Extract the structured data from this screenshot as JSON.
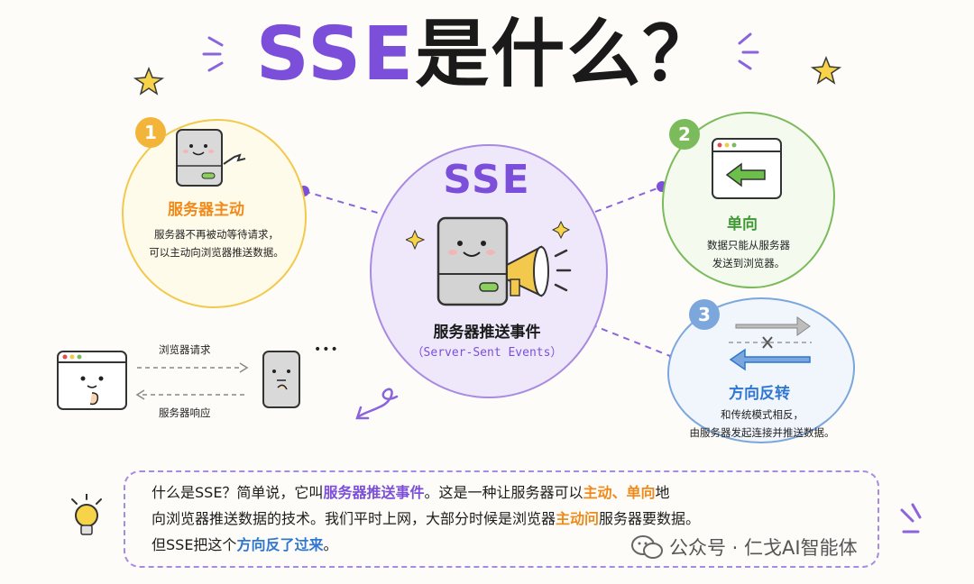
{
  "title": {
    "latin": "SSE",
    "cn": "是什么",
    "q": "？"
  },
  "center": {
    "word": "SSE",
    "name": "服务器推送事件",
    "english": "（Server-Sent Events）"
  },
  "card1": {
    "number": "1",
    "heading": "服务器主动",
    "line1": "服务器不再被动等待请求，",
    "line2": "可以主动向浏览器推送数据。"
  },
  "card2": {
    "number": "2",
    "heading": "单向",
    "line1": "数据只能从服务器",
    "line2": "发送到浏览器。"
  },
  "card3": {
    "number": "3",
    "heading": "方向反转",
    "line1": "和传统模式相反，",
    "line2": "由服务器发起连接并推送数据。"
  },
  "traditional": {
    "request": "浏览器请求",
    "response": "服务器响应",
    "dots": "•••"
  },
  "note": {
    "p1": "什么是SSE？简单说，它叫",
    "k1": "服务器推送事件",
    "p2": "。这是一种让服务器可以",
    "k2": "主动、单向",
    "p3": "地",
    "p4": "向浏览器推送数据的技术。我们平时上网，大部分时候是浏览器",
    "k3": "主动问",
    "p5": "服务器要数据。",
    "p6": "但SSE把这个",
    "k4": "方向反了过来",
    "p7": "。"
  },
  "watermark": "公众号 · 仁戈AI智能体",
  "colors": {
    "purple": "#7b4fd9",
    "orange": "#ef8a1b",
    "green": "#3f9a35",
    "blue": "#2f77d0",
    "yellow": "#f2c94c"
  }
}
